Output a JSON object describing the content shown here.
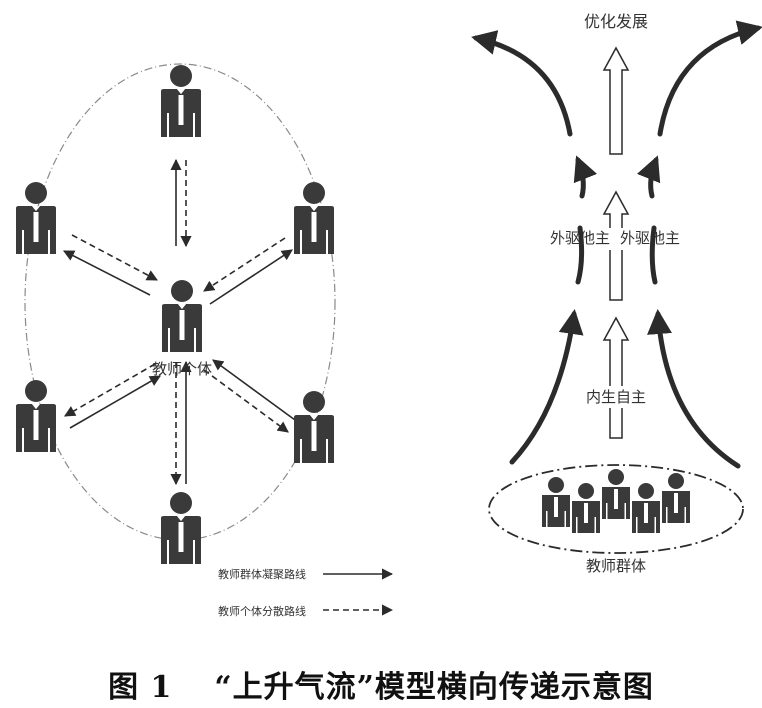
{
  "left_diagram": {
    "center_label": "教师个体",
    "legend": {
      "solid_label": "教师群体凝聚路线",
      "dashed_label": "教师个体分散路线"
    }
  },
  "right_diagram": {
    "top_label": "优化发展",
    "outer_label_left": "外驱他主",
    "outer_label_right": "外驱他主",
    "inner_label": "内生自主",
    "bottom_label": "教师群体"
  },
  "caption": {
    "number": "图 1",
    "title": "“上升气流”模型横向传递示意图"
  },
  "colors": {
    "figure": "#3a3a3a",
    "arrow": "#2b2b2b",
    "outline": "#8a8a8a"
  }
}
